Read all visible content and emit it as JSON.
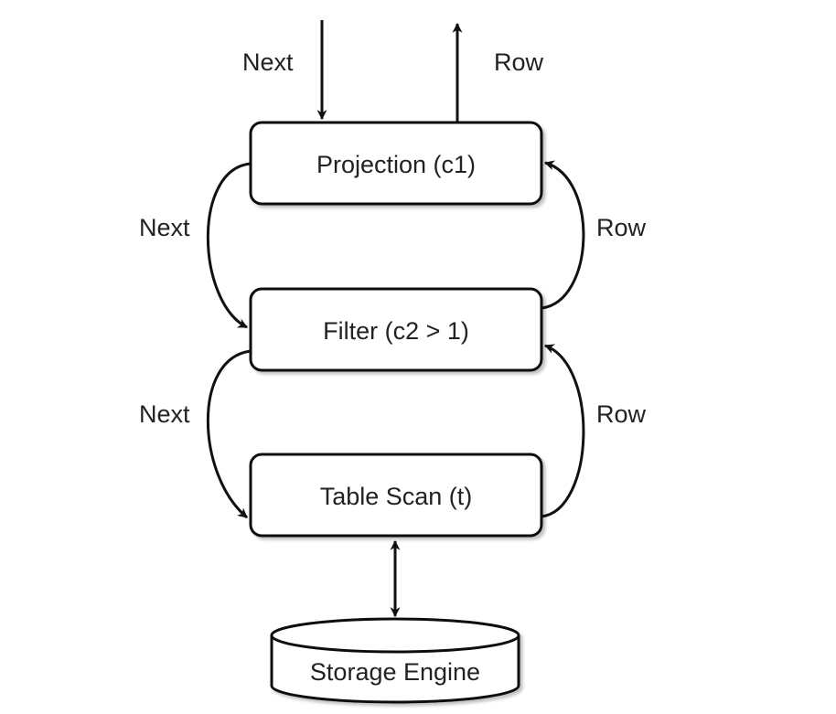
{
  "diagram": {
    "nodes": {
      "projection": "Projection (c1)",
      "filter": "Filter (c2 > 1)",
      "table_scan": "Table Scan (t)",
      "storage_engine": "Storage Engine"
    },
    "edges": {
      "top_next": "Next",
      "top_row": "Row",
      "proj_to_filter_next": "Next",
      "filter_to_proj_row": "Row",
      "filter_to_scan_next": "Next",
      "scan_to_filter_row": "Row"
    },
    "colors": {
      "stroke": "#111111",
      "fill": "#ffffff",
      "text": "#222222",
      "shadow": "#bbbbbb"
    }
  }
}
